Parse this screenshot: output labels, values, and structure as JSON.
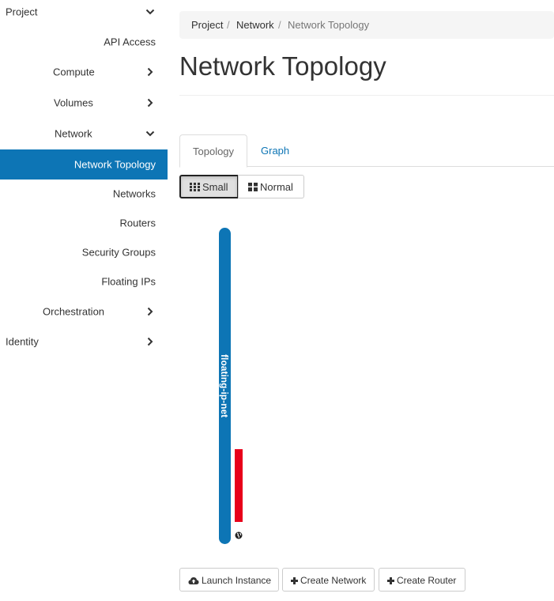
{
  "sidebar": {
    "project": "Project",
    "api_access": "API Access",
    "compute": "Compute",
    "volumes": "Volumes",
    "network": "Network",
    "network_topology": "Network Topology",
    "networks": "Networks",
    "routers": "Routers",
    "security_groups": "Security Groups",
    "floating_ips": "Floating IPs",
    "orchestration": "Orchestration",
    "identity": "Identity"
  },
  "breadcrumb": {
    "item1": "Project",
    "sep1": "/",
    "item2": "Network",
    "sep2": "/",
    "item3": "Network Topology"
  },
  "page_title": "Network Topology",
  "tabs": {
    "topology": "Topology",
    "graph": "Graph"
  },
  "view_toggle": {
    "small": "Small",
    "normal": "Normal"
  },
  "topology": {
    "network_name": "floating-ip-net"
  },
  "actions": {
    "launch_instance": "Launch Instance",
    "create_network": "Create Network",
    "create_router": "Create Router"
  },
  "colors": {
    "accent": "#0d75b5",
    "device": "#e8001a"
  },
  "icons": {
    "chevron_down": "chevron-down-icon",
    "chevron_right": "chevron-right-icon",
    "grid": "th-icon",
    "grid_large": "th-large-icon",
    "cloud_upload": "cloud-upload-icon",
    "plus": "plus-icon",
    "globe": "globe-icon"
  }
}
